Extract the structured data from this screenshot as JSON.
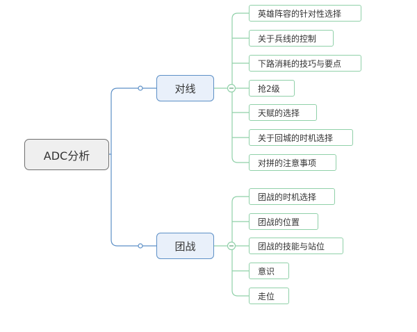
{
  "mindmap": {
    "root": {
      "label": "ADC分析"
    },
    "branches": [
      {
        "label": "对线",
        "children": [
          "英雄阵容的针对性选择",
          "关于兵线的控制",
          "下路消耗的技巧与要点",
          "抢2级",
          "天赋的选择",
          "关于回城的时机选择",
          "对拼的注意事项"
        ]
      },
      {
        "label": "团战",
        "children": [
          "团战的时机选择",
          "团战的位置",
          "团战的技能与站位",
          "意识",
          "走位"
        ]
      }
    ]
  },
  "colors": {
    "root_border": "#6e6e6e",
    "branch_line": "#5c8fc6",
    "leaf_line": "#8fd0a8",
    "branch_fill": "#e9f0fa"
  }
}
